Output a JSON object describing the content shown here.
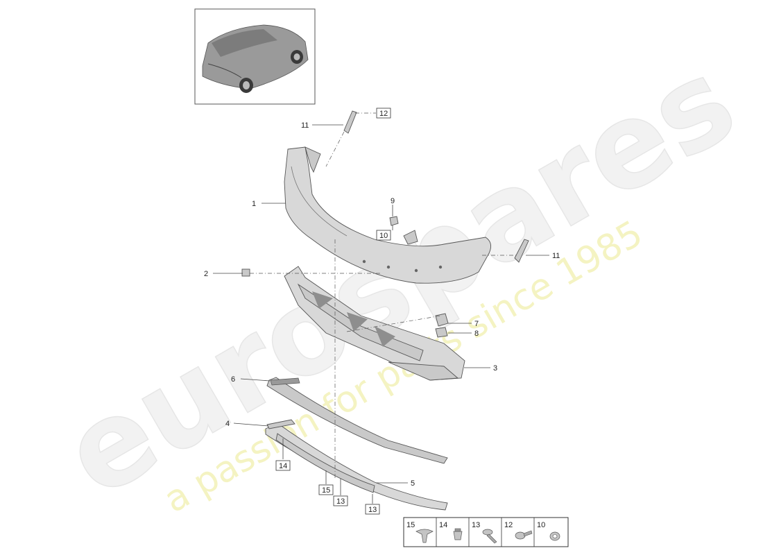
{
  "watermark": {
    "brand": "eurospares",
    "tagline": "a passion for parts since 1985"
  },
  "callouts": {
    "c1": "1",
    "c2": "2",
    "c3": "3",
    "c4": "4",
    "c5": "5",
    "c6": "6",
    "c7": "7",
    "c8": "8",
    "c9": "9",
    "c10": "10",
    "c11a": "11",
    "c11b": "11",
    "c12": "12",
    "c13a": "13",
    "c13b": "13",
    "c14": "14",
    "c15": "15"
  },
  "legend": {
    "items": [
      {
        "number": "15",
        "icon": "push-rivet-icon"
      },
      {
        "number": "14",
        "icon": "expanding-clip-icon"
      },
      {
        "number": "13",
        "icon": "screw-icon"
      },
      {
        "number": "12",
        "icon": "bolt-washer-icon"
      },
      {
        "number": "10",
        "icon": "grommet-icon"
      }
    ]
  }
}
